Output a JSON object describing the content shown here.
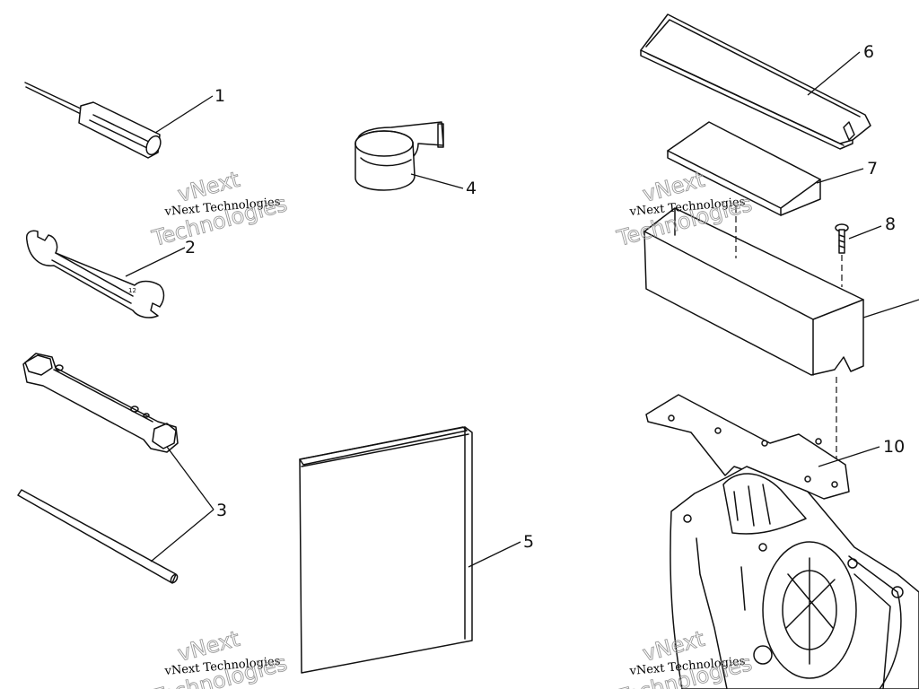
{
  "callouts": {
    "c1": "1",
    "c2": "2",
    "c3": "3",
    "c4": "4",
    "c5": "5",
    "c6": "6",
    "c7": "7",
    "c8": "8",
    "c10": "10"
  },
  "watermarks": [
    {
      "small": "vNext Technologies",
      "big_top": "vNext",
      "big_bottom": "Technologies"
    },
    {
      "small": "vNext Technologies",
      "big_top": "vNext",
      "big_bottom": "Technologies"
    },
    {
      "small": "vNext Technologies",
      "big_top": "vNext",
      "big_bottom": "Technologies"
    },
    {
      "small": "vNext Technologies",
      "big_top": "vNext",
      "big_bottom": "Technologies"
    }
  ]
}
